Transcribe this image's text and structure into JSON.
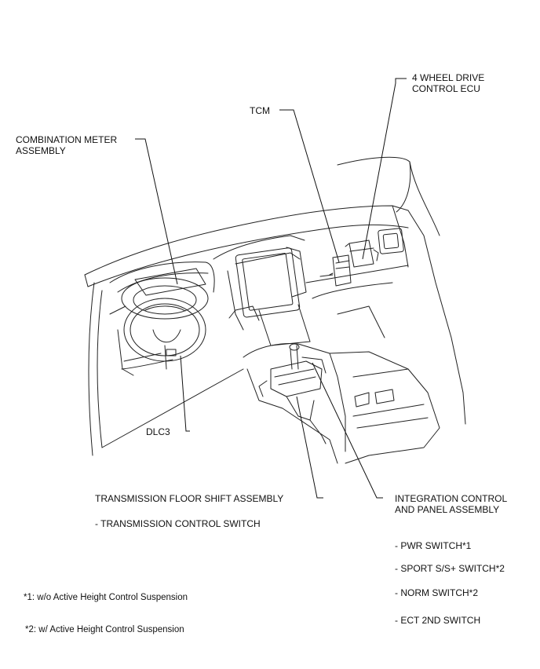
{
  "labels": {
    "four_wd_ecu_1": "4 WHEEL DRIVE",
    "four_wd_ecu_2": "CONTROL ECU",
    "tcm": "TCM",
    "combo_meter_1": "COMBINATION METER",
    "combo_meter_2": "ASSEMBLY",
    "dlc3": "DLC3",
    "trans_shift": "TRANSMISSION FLOOR SHIFT ASSEMBLY",
    "trans_switch": "- TRANSMISSION CONTROL SWITCH",
    "integ_1": "INTEGRATION CONTROL",
    "integ_2": "AND PANEL ASSEMBLY",
    "pwr": "- PWR SWITCH*1",
    "sport": "- SPORT S/S+ SWITCH*2",
    "norm": "- NORM SWITCH*2",
    "ect": "- ECT 2ND SWITCH"
  },
  "footnotes": {
    "note1": "*1: w/o Active Height Control Suspension",
    "note2": "*2: w/ Active Height Control Suspension"
  }
}
